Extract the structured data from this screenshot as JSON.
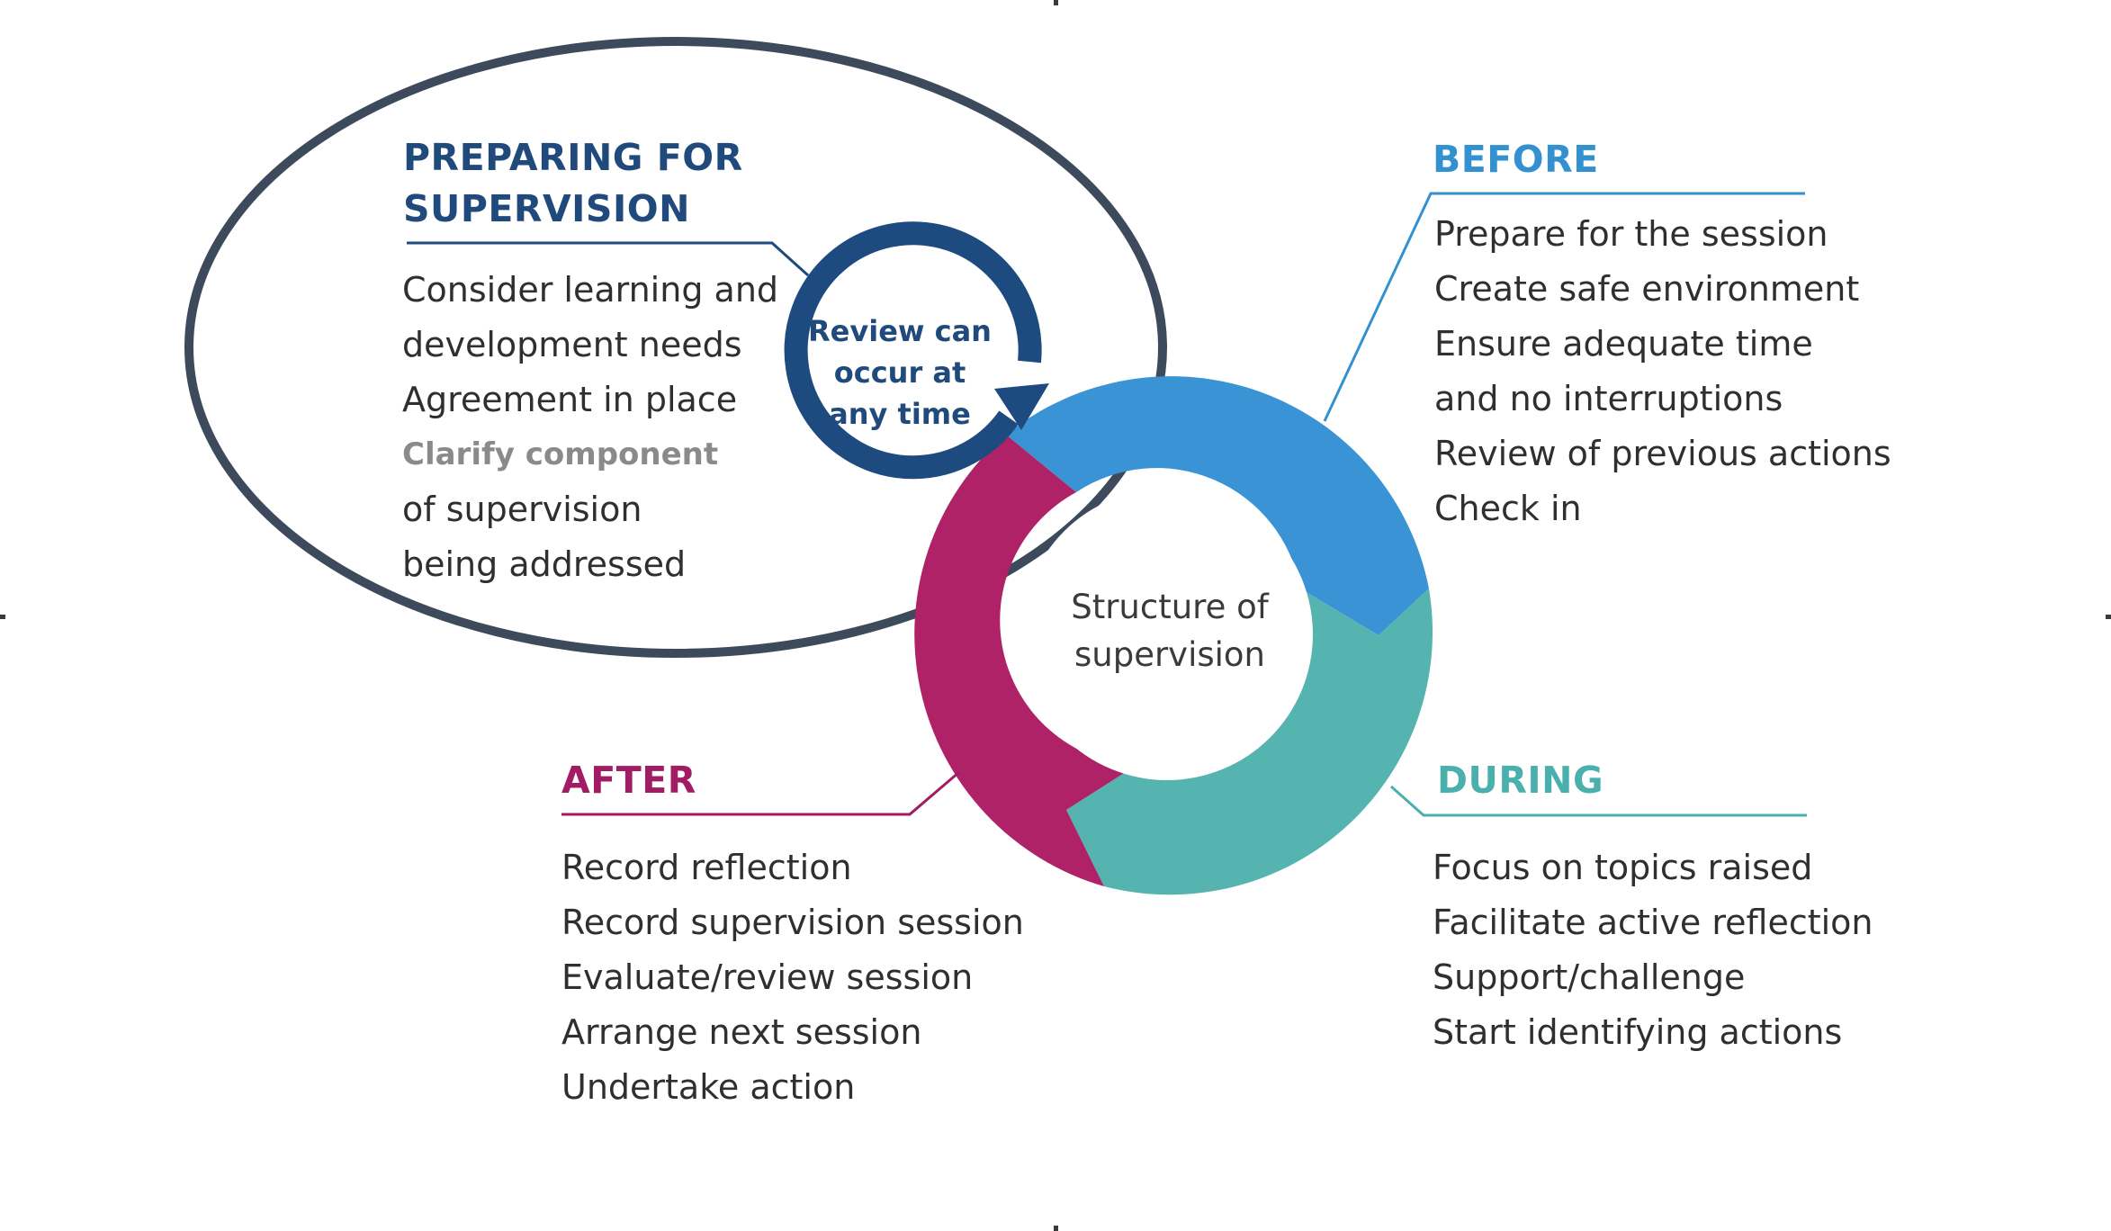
{
  "preparing": {
    "title_line1": "PREPARING FOR",
    "title_line2": "SUPERVISION",
    "items": [
      "Consider learning and",
      "development needs",
      "Agreement in place",
      "Clarify component",
      "of supervision",
      "being addressed"
    ]
  },
  "review": {
    "line1": "Review can",
    "line2": "occur at",
    "line3": "any time"
  },
  "center": {
    "line1": "Structure of",
    "line2": "supervision"
  },
  "before": {
    "title": "BEFORE",
    "items": [
      "Prepare for the session",
      "Create safe environment",
      "Ensure adequate time",
      "and no interruptions",
      "Review of previous actions",
      "Check in"
    ]
  },
  "during": {
    "title": "DURING",
    "items": [
      "Focus on topics raised",
      "Facilitate active reflection",
      "Support/challenge",
      "Start identifying actions"
    ]
  },
  "after": {
    "title": "AFTER",
    "items": [
      "Record reflection",
      "Record supervision session",
      "Evaluate/review session",
      "Arrange next session",
      "Undertake action"
    ]
  },
  "colors": {
    "navy": "#1f4a7b",
    "blue": "#3391cf",
    "teal": "#4ab0ad",
    "magenta": "#a11c64",
    "ellipse": "#3d4a5c"
  }
}
